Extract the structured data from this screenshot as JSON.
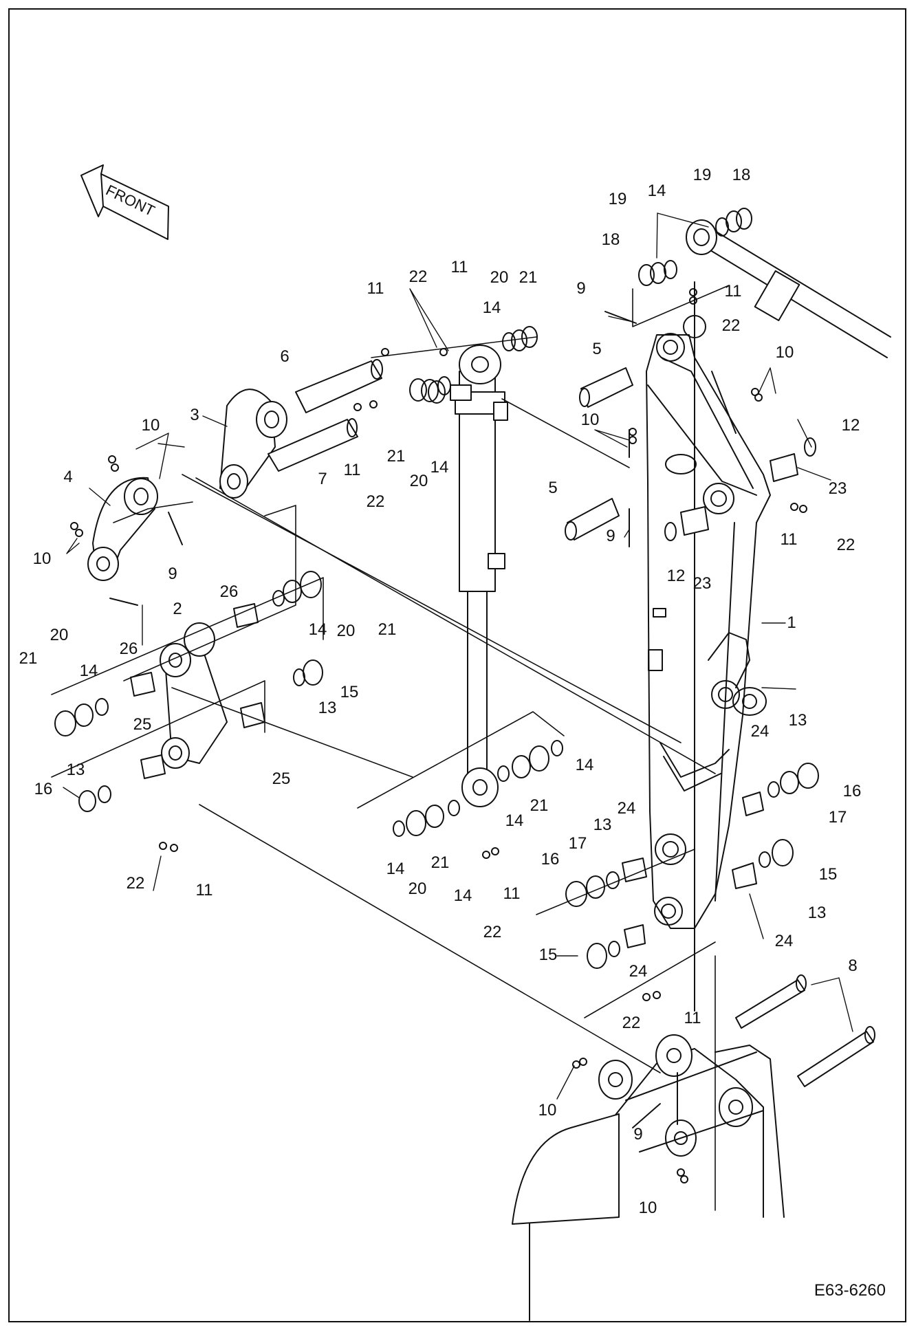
{
  "drawing": {
    "code": "E63-6260",
    "front_label": "FRONT",
    "callouts": [
      "1",
      "2",
      "3",
      "4",
      "5",
      "5",
      "6",
      "7",
      "8",
      "9",
      "9",
      "9",
      "9",
      "10",
      "10",
      "10",
      "10",
      "10",
      "10",
      "11",
      "11",
      "11",
      "11",
      "11",
      "11",
      "11",
      "11",
      "12",
      "12",
      "13",
      "13",
      "13",
      "13",
      "13",
      "14",
      "14",
      "14",
      "14",
      "14",
      "14",
      "14",
      "14",
      "14",
      "15",
      "15",
      "15",
      "16",
      "16",
      "16",
      "17",
      "17",
      "18",
      "18",
      "19",
      "19",
      "20",
      "20",
      "20",
      "20",
      "20",
      "21",
      "21",
      "21",
      "21",
      "21",
      "21",
      "22",
      "22",
      "22",
      "22",
      "22",
      "22",
      "22",
      "23",
      "23",
      "24",
      "24",
      "24",
      "24",
      "25",
      "25",
      "26",
      "26"
    ]
  }
}
